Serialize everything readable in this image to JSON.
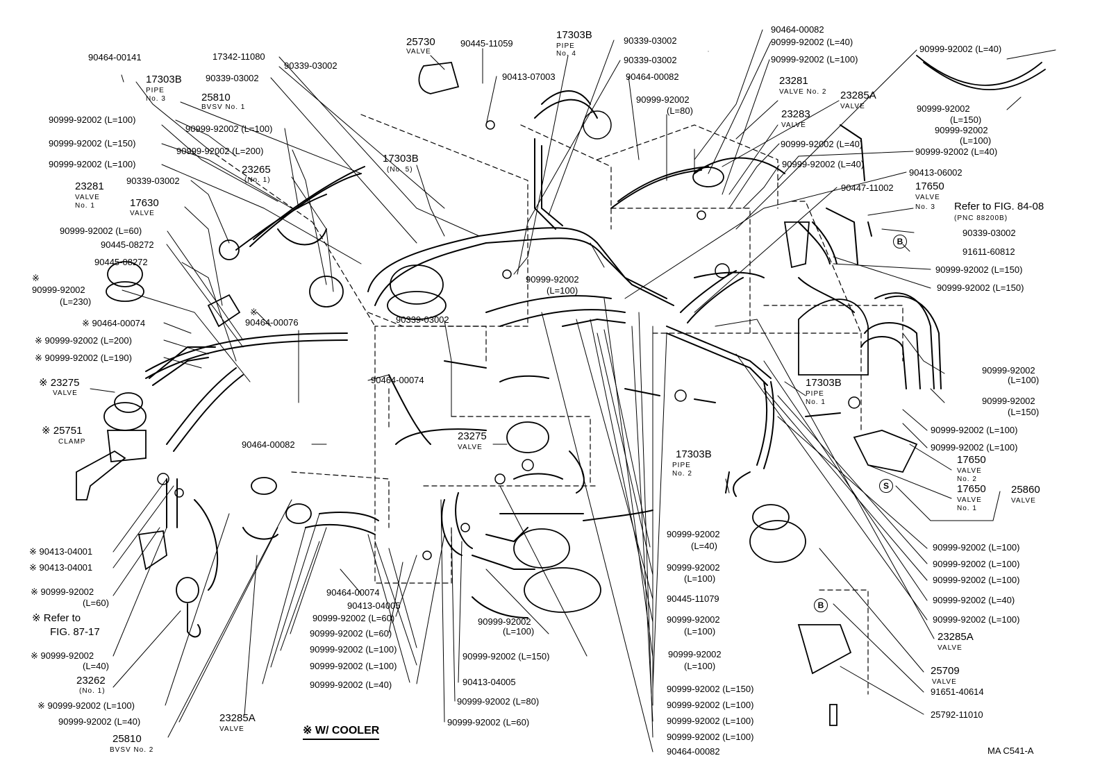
{
  "diagram": {
    "cooler_note": "※ W/ COOLER",
    "figure_code": "MA  C541-A",
    "marker_b": "B",
    "marker_s": "S"
  },
  "labels": [
    {
      "id": "l1",
      "text": "90464-00141"
    },
    {
      "id": "l2",
      "text": "17303B"
    },
    {
      "id": "l2s",
      "text": "PIPE"
    },
    {
      "id": "l2t",
      "text": "No. 3"
    },
    {
      "id": "l3",
      "text": "25810"
    },
    {
      "id": "l3s",
      "text": "BVSV No. 1"
    },
    {
      "id": "l4",
      "text": "17342-11080"
    },
    {
      "id": "l5",
      "text": "90339-03002"
    },
    {
      "id": "l6",
      "text": "90339-03002"
    },
    {
      "id": "l7",
      "text": "25730"
    },
    {
      "id": "l7s",
      "text": "VALVE"
    },
    {
      "id": "l8",
      "text": "90445-11059"
    },
    {
      "id": "l9",
      "text": "90413-07003"
    },
    {
      "id": "l10",
      "text": "17303B"
    },
    {
      "id": "l10s",
      "text": "PIPE"
    },
    {
      "id": "l10t",
      "text": "No. 4"
    },
    {
      "id": "l11",
      "text": "90339-03002"
    },
    {
      "id": "l12",
      "text": "90339-03002"
    },
    {
      "id": "l13",
      "text": "90464-00082"
    },
    {
      "id": "l14",
      "text": "90999-92002"
    },
    {
      "id": "l14s",
      "text": "(L=80)"
    },
    {
      "id": "l15",
      "text": "90464-00082"
    },
    {
      "id": "l16",
      "text": "90999-92002 (L=40)"
    },
    {
      "id": "l17",
      "text": "90999-92002 (L=40)"
    },
    {
      "id": "l18",
      "text": "90999-92002 (L=100)"
    },
    {
      "id": "l19",
      "text": "23281"
    },
    {
      "id": "l19s",
      "text": "VALVE No. 2"
    },
    {
      "id": "l20",
      "text": "23285A"
    },
    {
      "id": "l20s",
      "text": "VALVE"
    },
    {
      "id": "l21",
      "text": "23283"
    },
    {
      "id": "l21s",
      "text": "VALVE"
    },
    {
      "id": "l22",
      "text": "90999-92002"
    },
    {
      "id": "l22s",
      "text": "(L=150)"
    },
    {
      "id": "l23",
      "text": "90999-92002"
    },
    {
      "id": "l23s",
      "text": "(L=100)"
    },
    {
      "id": "l24",
      "text": "90999-92002 (L=100)"
    },
    {
      "id": "l25",
      "text": "90999-92002 (L=100)"
    },
    {
      "id": "l26",
      "text": "90999-92002 (L=150)"
    },
    {
      "id": "l27",
      "text": "90999-92002 (L=200)"
    },
    {
      "id": "l28",
      "text": "90999-92002 (L=100)"
    },
    {
      "id": "l29",
      "text": "23265"
    },
    {
      "id": "l29s",
      "text": "(No. 1)"
    },
    {
      "id": "l30",
      "text": "17303B"
    },
    {
      "id": "l30s",
      "text": "(No. 5)"
    },
    {
      "id": "l31",
      "text": "23281"
    },
    {
      "id": "l31s",
      "text": "VALVE"
    },
    {
      "id": "l31t",
      "text": "No. 1"
    },
    {
      "id": "l32",
      "text": "90339-03002"
    },
    {
      "id": "l33",
      "text": "17630"
    },
    {
      "id": "l33s",
      "text": "VALVE"
    },
    {
      "id": "l34",
      "text": "90999-92002 (L=60)"
    },
    {
      "id": "l35",
      "text": "90445-08272"
    },
    {
      "id": "l36",
      "text": "90445-08272"
    },
    {
      "id": "l37",
      "text": "※"
    },
    {
      "id": "l38",
      "text": "90999-92002"
    },
    {
      "id": "l38s",
      "text": "(L=230)"
    },
    {
      "id": "l39",
      "text": "※ 90464-00074"
    },
    {
      "id": "l40",
      "text": "※"
    },
    {
      "id": "l41",
      "text": "90464-00076"
    },
    {
      "id": "l42",
      "text": "※ 90999-92002 (L=200)"
    },
    {
      "id": "l43",
      "text": "※ 90999-92002 (L=190)"
    },
    {
      "id": "l44",
      "text": "※ 23275"
    },
    {
      "id": "l44s",
      "text": "VALVE"
    },
    {
      "id": "l45",
      "text": "※ 25751"
    },
    {
      "id": "l45s",
      "text": "CLAMP"
    },
    {
      "id": "l46",
      "text": "90339-03002"
    },
    {
      "id": "l47",
      "text": "90464-00074"
    },
    {
      "id": "l48",
      "text": "90464-00082"
    },
    {
      "id": "l49",
      "text": "23275"
    },
    {
      "id": "l49s",
      "text": "VALVE"
    },
    {
      "id": "l50",
      "text": "90999-92002"
    },
    {
      "id": "l50s",
      "text": "(L=100)"
    },
    {
      "id": "l51",
      "text": "90999-92002 (L=40)"
    },
    {
      "id": "l52",
      "text": "90999-92002 (L=40)"
    },
    {
      "id": "l53",
      "text": "90999-92002 (L=40)"
    },
    {
      "id": "l54",
      "text": "90413-06002"
    },
    {
      "id": "l55",
      "text": "90447-11002"
    },
    {
      "id": "l56",
      "text": "17650"
    },
    {
      "id": "l56s",
      "text": "VALVE"
    },
    {
      "id": "l56t",
      "text": "No. 3"
    },
    {
      "id": "l57",
      "text": "Refer to FIG. 84-08"
    },
    {
      "id": "l57s",
      "text": "(PNC 88200B)"
    },
    {
      "id": "l58",
      "text": "90339-03002"
    },
    {
      "id": "l59",
      "text": "91611-60812"
    },
    {
      "id": "l60",
      "text": "90999-92002 (L=150)"
    },
    {
      "id": "l61",
      "text": "90999-92002 (L=150)"
    },
    {
      "id": "l62",
      "text": "90999-92002"
    },
    {
      "id": "l62s",
      "text": "(L=100)"
    },
    {
      "id": "l63",
      "text": "17303B"
    },
    {
      "id": "l63s",
      "text": "PIPE"
    },
    {
      "id": "l63t",
      "text": "No. 1"
    },
    {
      "id": "l64",
      "text": "90999-92002"
    },
    {
      "id": "l64s",
      "text": "(L=150)"
    },
    {
      "id": "l65",
      "text": "90999-92002 (L=100)"
    },
    {
      "id": "l66",
      "text": "90999-92002 (L=100)"
    },
    {
      "id": "l67",
      "text": "17650"
    },
    {
      "id": "l67s",
      "text": "VALVE"
    },
    {
      "id": "l67t",
      "text": "No. 2"
    },
    {
      "id": "l68",
      "text": "17650"
    },
    {
      "id": "l68s",
      "text": "VALVE"
    },
    {
      "id": "l68t",
      "text": "No. 1"
    },
    {
      "id": "l69",
      "text": "25860"
    },
    {
      "id": "l69s",
      "text": "VALVE"
    },
    {
      "id": "l70",
      "text": "17303B"
    },
    {
      "id": "l70s",
      "text": "PIPE"
    },
    {
      "id": "l70t",
      "text": "No. 2"
    },
    {
      "id": "l71",
      "text": "90999-92002 (L=100)"
    },
    {
      "id": "l72",
      "text": "90999-92002 (L=100)"
    },
    {
      "id": "l73",
      "text": "90999-92002 (L=100)"
    },
    {
      "id": "l74",
      "text": "90999-92002 (L=40)"
    },
    {
      "id": "l75",
      "text": "90999-92002 (L=100)"
    },
    {
      "id": "l76",
      "text": "23285A"
    },
    {
      "id": "l76s",
      "text": "VALVE"
    },
    {
      "id": "l77",
      "text": "25709"
    },
    {
      "id": "l77s",
      "text": "VALVE"
    },
    {
      "id": "l78",
      "text": "91651-40614"
    },
    {
      "id": "l79",
      "text": "25792-11010"
    },
    {
      "id": "l80",
      "text": "90999-92002"
    },
    {
      "id": "l80s",
      "text": "(L=40)"
    },
    {
      "id": "l81",
      "text": "90999-92002"
    },
    {
      "id": "l81s",
      "text": "(L=100)"
    },
    {
      "id": "l82",
      "text": "90445-11079"
    },
    {
      "id": "l83",
      "text": "90999-92002"
    },
    {
      "id": "l83s",
      "text": "(L=100)"
    },
    {
      "id": "l84",
      "text": "90999-92002"
    },
    {
      "id": "l84s",
      "text": "(L=100)"
    },
    {
      "id": "l85",
      "text": "90999-92002 (L=150)"
    },
    {
      "id": "l86",
      "text": "90999-92002 (L=100)"
    },
    {
      "id": "l87",
      "text": "90999-92002 (L=100)"
    },
    {
      "id": "l88",
      "text": "90999-92002 (L=100)"
    },
    {
      "id": "l89",
      "text": "90464-00082"
    },
    {
      "id": "l90",
      "text": "※ 90413-04001"
    },
    {
      "id": "l91",
      "text": "※ 90413-04001"
    },
    {
      "id": "l92",
      "text": "※ 90999-92002"
    },
    {
      "id": "l92s",
      "text": "(L=60)"
    },
    {
      "id": "l93",
      "text": "※ Refer to"
    },
    {
      "id": "l93s",
      "text": "FIG. 87-17"
    },
    {
      "id": "l94",
      "text": "※ 90999-92002"
    },
    {
      "id": "l94s",
      "text": "(L=40)"
    },
    {
      "id": "l95",
      "text": "23262"
    },
    {
      "id": "l95s",
      "text": "(No. 1)"
    },
    {
      "id": "l96",
      "text": "※ 90999-92002 (L=100)"
    },
    {
      "id": "l97",
      "text": "90999-92002 (L=40)"
    },
    {
      "id": "l98",
      "text": "25810"
    },
    {
      "id": "l98s",
      "text": "BVSV No. 2"
    },
    {
      "id": "l99",
      "text": "23285A"
    },
    {
      "id": "l99s",
      "text": "VALVE"
    },
    {
      "id": "l100",
      "text": "90464-00074"
    },
    {
      "id": "l101",
      "text": "90413-04005"
    },
    {
      "id": "l102",
      "text": "90999-92002 (L=60)"
    },
    {
      "id": "l103",
      "text": "90999-92002 (L=60)"
    },
    {
      "id": "l104",
      "text": "90999-92002 (L=100)"
    },
    {
      "id": "l105",
      "text": "90999-92002 (L=100)"
    },
    {
      "id": "l106",
      "text": "90999-92002 (L=40)"
    },
    {
      "id": "l107",
      "text": "90999-92002"
    },
    {
      "id": "l107s",
      "text": "(L=100)"
    },
    {
      "id": "l108",
      "text": "90999-92002 (L=150)"
    },
    {
      "id": "l109",
      "text": "90413-04005"
    },
    {
      "id": "l110",
      "text": "90999-92002 (L=80)"
    },
    {
      "id": "l111",
      "text": "90999-92002 (L=60)"
    }
  ]
}
